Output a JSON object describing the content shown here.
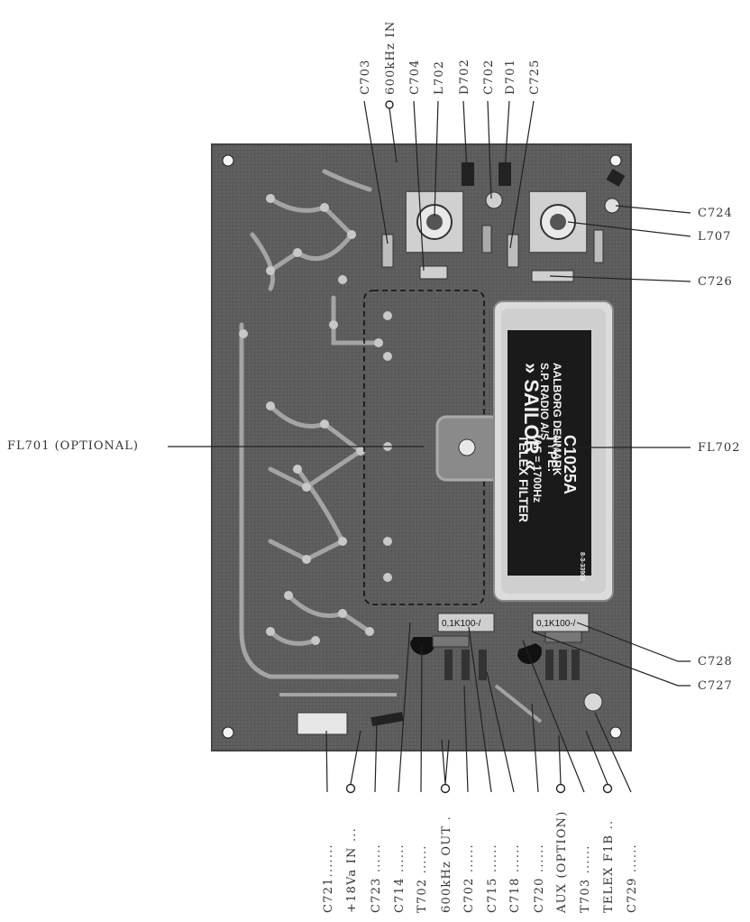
{
  "top_labels": [
    "C703",
    "600kHz IN",
    "C704",
    "L702",
    "D702",
    "C702",
    "D701",
    "C725"
  ],
  "left_label": "FL701 (OPTIONAL)",
  "right_labels": [
    "C724",
    "L707",
    "C726",
    "FL702",
    "C728",
    "C727"
  ],
  "bottom_labels": [
    "C721.......",
    "+18Va IN ...",
    "C723 ......",
    "C714 ......",
    "T702 ......",
    "600kHz OUT .",
    "C702 ......",
    "C715 ......",
    "C718 ......",
    "C720 ......",
    "AUX (OPTION)",
    "T703 ......",
    "TELEX F1B ..",
    "C729 ......"
  ],
  "filter_label": {
    "brand": "» SAILOR «",
    "maker": "S.P. RADIO A/S",
    "city": "AALBORG DENMARK",
    "title": "TELEX FILTER",
    "freq": "fAF = 1700Hz",
    "type": "TYPE:",
    "model": "C1025A",
    "serial": "8-3-33903"
  },
  "cap_markings": {
    "left": "0,1K100-/",
    "right": "0,1K100-/"
  },
  "colors": {
    "board": "#5e5e5e",
    "board_dark": "#3c3c3c",
    "trace": "#9a9a9a",
    "label_bg": "#1a1a1a"
  }
}
